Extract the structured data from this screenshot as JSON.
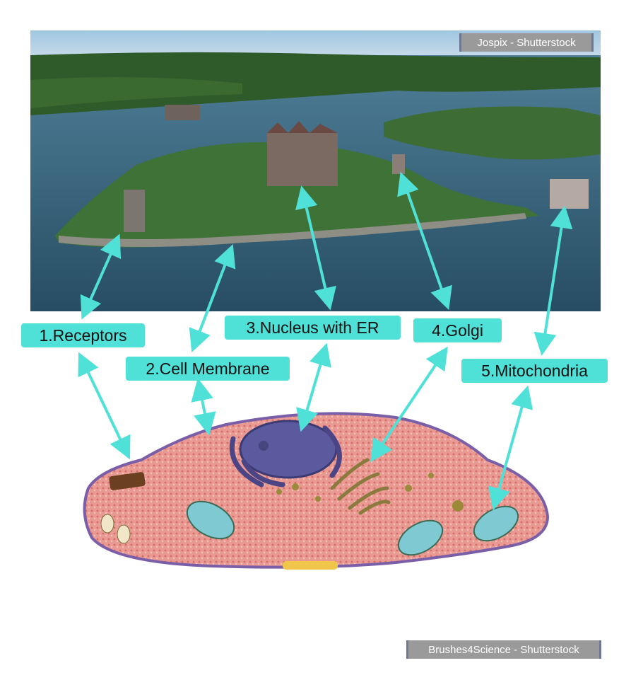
{
  "photo": {
    "credit": "Jospix - Shutterstock"
  },
  "diagram": {
    "credit": "Brushes4Science - Shutterstock"
  },
  "labels": [
    "1.Receptors",
    "2.Cell Membrane",
    "3.Nucleus with ER",
    "4.Golgi",
    "5.Mitochondria"
  ],
  "colors": {
    "arrow": "#4fe0d8",
    "cytoplasm": "#e58c86",
    "membrane": "#7a5ea8",
    "nucleus": "#5b5a9e",
    "water": "#2f5f7a"
  }
}
